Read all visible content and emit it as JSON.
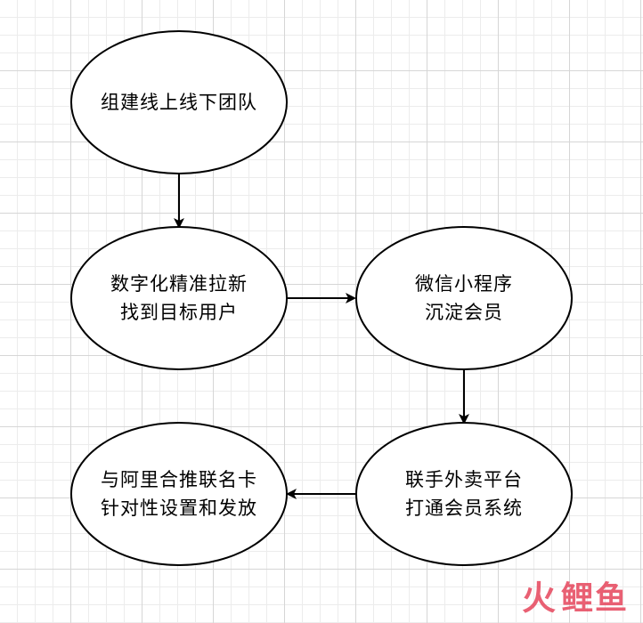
{
  "diagram": {
    "nodes": {
      "team": {
        "lines": [
          "组建线上线下团队"
        ]
      },
      "digital": {
        "lines": [
          "数字化精准拉新",
          "找到目标用户"
        ]
      },
      "wechat": {
        "lines": [
          "微信小程序",
          "沉淀会员"
        ]
      },
      "delivery": {
        "lines": [
          "联手外卖平台",
          "打通会员系统"
        ]
      },
      "alibaba": {
        "lines": [
          "与阿里合推联名卡",
          "针对性设置和发放"
        ]
      }
    },
    "edges": [
      {
        "from": "team",
        "to": "digital"
      },
      {
        "from": "digital",
        "to": "wechat"
      },
      {
        "from": "wechat",
        "to": "delivery"
      },
      {
        "from": "delivery",
        "to": "alibaba"
      }
    ]
  },
  "watermark": {
    "mark": "火",
    "text": "鲤鱼"
  },
  "colors": {
    "stroke": "#000000",
    "node_fill": "#ffffff",
    "watermark": "#e6455b"
  }
}
